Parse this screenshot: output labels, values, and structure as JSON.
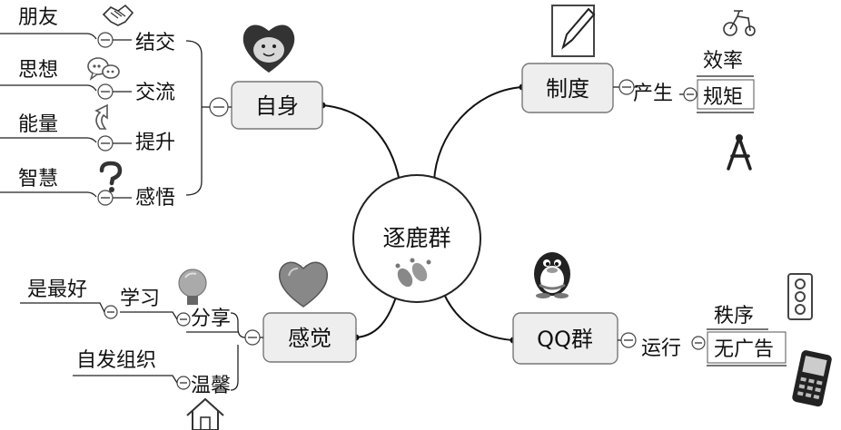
{
  "center": {
    "label": "逐鹿群"
  },
  "nodes": {
    "self": {
      "label": "自身"
    },
    "system": {
      "label": "制度"
    },
    "feeling": {
      "label": "感觉"
    },
    "qq": {
      "label": "QQ群"
    }
  },
  "self_branch": {
    "items": [
      {
        "label": "结交",
        "leaf": "朋友",
        "icon": "handshake-icon"
      },
      {
        "label": "交流",
        "leaf": "思想",
        "icon": "chat-bubbles-icon"
      },
      {
        "label": "提升",
        "leaf": "能量",
        "icon": "up-arrow-icon"
      },
      {
        "label": "感悟",
        "leaf": "智慧",
        "icon": "question-mark-icon"
      }
    ]
  },
  "system_branch": {
    "connector": "产生",
    "leaves": [
      "效率",
      "规矩"
    ]
  },
  "feeling_branch": {
    "share": {
      "label": "分享",
      "child": "学习",
      "leaf": "是最好"
    },
    "warm": {
      "label": "温馨",
      "leaf": "自发组织"
    }
  },
  "qq_branch": {
    "connector": "运行",
    "leaves": [
      "秩序",
      "无广告"
    ]
  },
  "icons": [
    "heart-face-icon",
    "pen-icon",
    "bicycle-icon",
    "compass-icon",
    "footprints-icon",
    "penguin-icon",
    "traffic-light-icon",
    "mobile-phone-icon",
    "heart-icon",
    "light-bulb-icon",
    "house-icon"
  ],
  "colors": {
    "box_fill": "#eeeeee",
    "heart": "#777777",
    "line": "#111111"
  }
}
